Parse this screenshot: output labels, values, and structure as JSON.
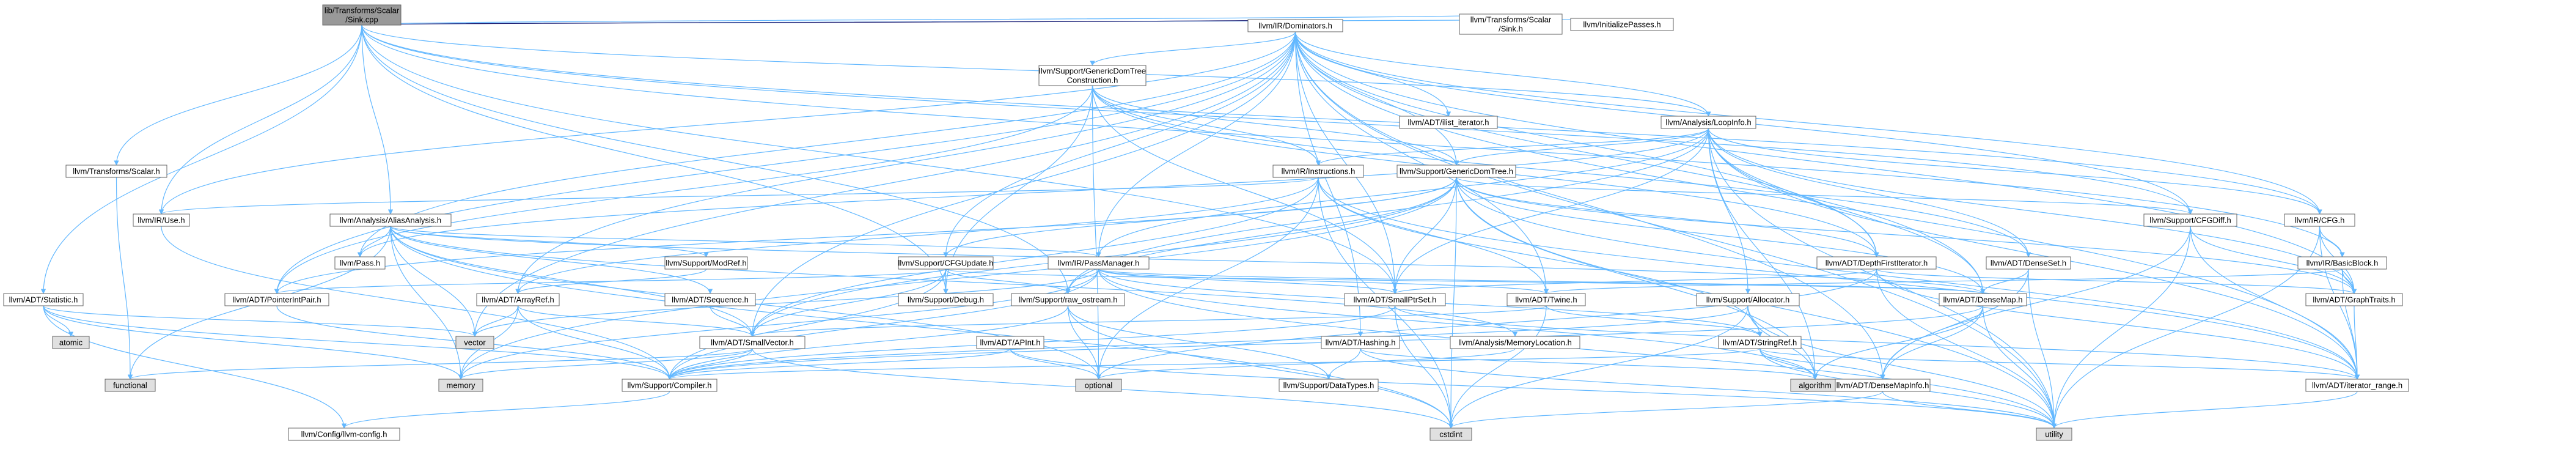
{
  "colors": {
    "root_fill": "#999999",
    "node_fill": "#ffffff",
    "system_fill": "#e0e0e0",
    "node_border": "#666666",
    "link_text": "#ff0000",
    "plain_text": "#000000",
    "edge": "#63b8ff",
    "edge_dark": "#191970"
  },
  "nodes": {
    "root": [
      "lib/Transforms/Scalar",
      "/Sink.cpp"
    ],
    "scalar_sink_h": [
      "llvm/Transforms/Scalar",
      "/Sink.h"
    ],
    "initialize_passes": [
      "llvm/InitializePasses.h"
    ],
    "dominators": [
      "llvm/IR/Dominators.h"
    ],
    "statistic": [
      "llvm/ADT/Statistic.h"
    ],
    "transforms_scalar": [
      "llvm/Transforms/Scalar.h"
    ],
    "ir_use": [
      "llvm/IR/Use.h"
    ],
    "alias_analysis": [
      "llvm/Analysis/AliasAnalysis.h"
    ],
    "generic_dom_tree_construction": [
      "llvm/Support/GenericDomTree",
      "Construction.h"
    ],
    "ilist_iterator": [
      "llvm/ADT/ilist_iterator.h"
    ],
    "loop_info": [
      "llvm/Analysis/LoopInfo.h"
    ],
    "ir_instructions": [
      "llvm/IR/Instructions.h"
    ],
    "generic_dom_tree": [
      "llvm/Support/GenericDomTree.h"
    ],
    "pass": [
      "llvm/Pass.h"
    ],
    "mod_ref": [
      "llvm/Support/ModRef.h"
    ],
    "cfg_update": [
      "llvm/Support/CFGUpdate.h"
    ],
    "pass_manager": [
      "llvm/IR/PassManager.h"
    ],
    "cfg_diff": [
      "llvm/Support/CFGDiff.h"
    ],
    "ir_cfg": [
      "llvm/IR/CFG.h"
    ],
    "depth_first_iterator": [
      "llvm/ADT/DepthFirstIterator.h"
    ],
    "dense_set": [
      "llvm/ADT/DenseSet.h"
    ],
    "basic_block": [
      "llvm/IR/BasicBlock.h"
    ],
    "pointer_int_pair": [
      "llvm/ADT/PointerIntPair.h"
    ],
    "array_ref": [
      "llvm/ADT/ArrayRef.h"
    ],
    "sequence": [
      "llvm/ADT/Sequence.h"
    ],
    "support_debug": [
      "llvm/Support/Debug.h"
    ],
    "raw_ostream": [
      "llvm/Support/raw_ostream.h"
    ],
    "small_ptr_set": [
      "llvm/ADT/SmallPtrSet.h"
    ],
    "twine": [
      "llvm/ADT/Twine.h"
    ],
    "allocator": [
      "llvm/Support/Allocator.h"
    ],
    "dense_map": [
      "llvm/ADT/DenseMap.h"
    ],
    "graph_traits": [
      "llvm/ADT/GraphTraits.h"
    ],
    "atomic": [
      "atomic"
    ],
    "vector": [
      "vector"
    ],
    "small_vector": [
      "llvm/ADT/SmallVector.h"
    ],
    "apint": [
      "llvm/ADT/APInt.h"
    ],
    "hashing": [
      "llvm/ADT/Hashing.h"
    ],
    "memory_location": [
      "llvm/Analysis/MemoryLocation.h"
    ],
    "string_ref": [
      "llvm/ADT/StringRef.h"
    ],
    "functional": [
      "functional"
    ],
    "memory": [
      "memory"
    ],
    "compiler": [
      "llvm/Support/Compiler.h"
    ],
    "optional": [
      "optional"
    ],
    "data_types": [
      "llvm/Support/DataTypes.h"
    ],
    "algorithm": [
      "algorithm"
    ],
    "dense_map_info": [
      "llvm/ADT/DenseMapInfo.h"
    ],
    "iterator_range": [
      "llvm/ADT/iterator_range.h"
    ],
    "config": [
      "llvm/Config/llvm-config.h"
    ],
    "cstdint": [
      "cstdint"
    ],
    "utility": [
      "utility"
    ]
  }
}
